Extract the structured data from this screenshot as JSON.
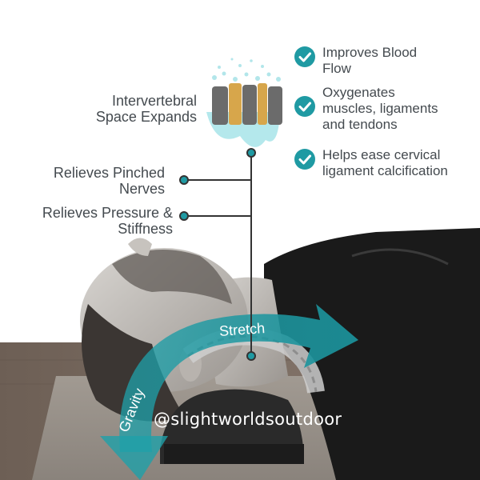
{
  "spine_label": [
    "Intervertebral",
    "Space Expands"
  ],
  "left_labels": [
    {
      "lines": [
        "Relieves Pinched",
        "Nerves"
      ]
    },
    {
      "lines": [
        "Relieves Pressure &",
        "Stiffness"
      ]
    }
  ],
  "benefits": [
    {
      "lines": [
        "Improves Blood",
        "Flow"
      ]
    },
    {
      "lines": [
        "Oxygenates",
        "muscles, ligaments",
        "and tendons"
      ]
    },
    {
      "lines": [
        "Helps ease cervical",
        "ligament calcification"
      ]
    }
  ],
  "arrow_labels": {
    "stretch": "Stretch",
    "gravity": "Gravity"
  },
  "watermark": "@slightworldsoutdoor",
  "colors": {
    "accent": "#1f9aa3",
    "text": "#444a4f",
    "shirt": "#1a1a1a",
    "floor": "#7a6a5e"
  },
  "icons": [
    "check-circle-icon",
    "spine-vertebrae-icon",
    "curved-arrow-icon"
  ]
}
